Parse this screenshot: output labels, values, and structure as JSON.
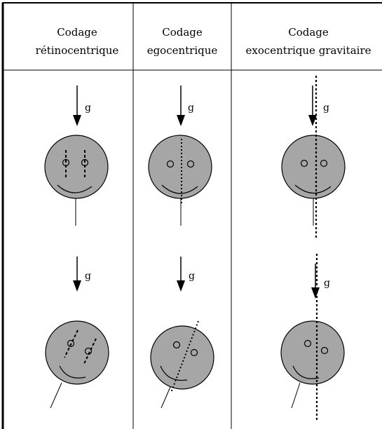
{
  "columns": [
    {
      "line1": "Codage",
      "line2": "rétinocentrique"
    },
    {
      "line1": "Codage",
      "line2": "egocentrique"
    },
    {
      "line1": "Codage",
      "line2": "exocentrique gravitaire"
    }
  ],
  "gravity_label": "g",
  "colors": {
    "face_fill": "#a6a6a6",
    "stroke": "#000000",
    "background": "#ffffff"
  }
}
